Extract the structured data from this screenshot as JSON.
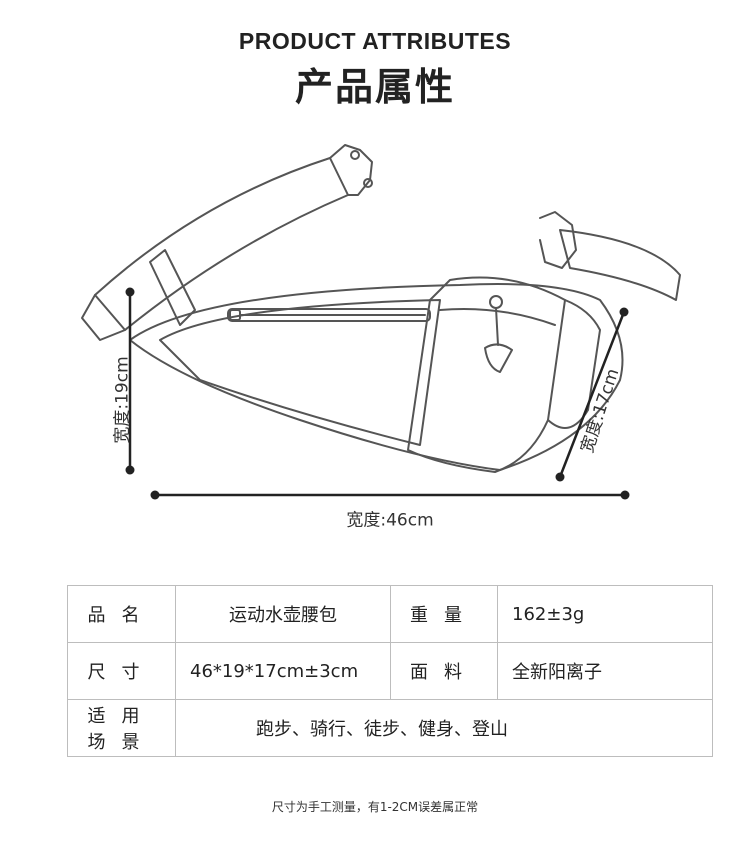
{
  "header": {
    "title_en": "PRODUCT ATTRIBUTES",
    "title_cn": "产品属性"
  },
  "dimensions": {
    "height_label": "宽度:19cm",
    "depth_label": "宽度:17cm",
    "width_label": "宽度:46cm"
  },
  "attributes": {
    "rows": [
      {
        "k1": "品名",
        "v1": "运动水壶腰包",
        "k2": "重量",
        "v2": "162±3g"
      },
      {
        "k1": "尺寸",
        "v1": "46*19*17cm±3cm",
        "k2": "面料",
        "v2": "全新阳离子"
      },
      {
        "k1": "适用场景",
        "v1": "跑步、骑行、徒步、健身、登山"
      }
    ]
  },
  "footnote": "尺寸为手工测量，有1-2CM误差属正常"
}
